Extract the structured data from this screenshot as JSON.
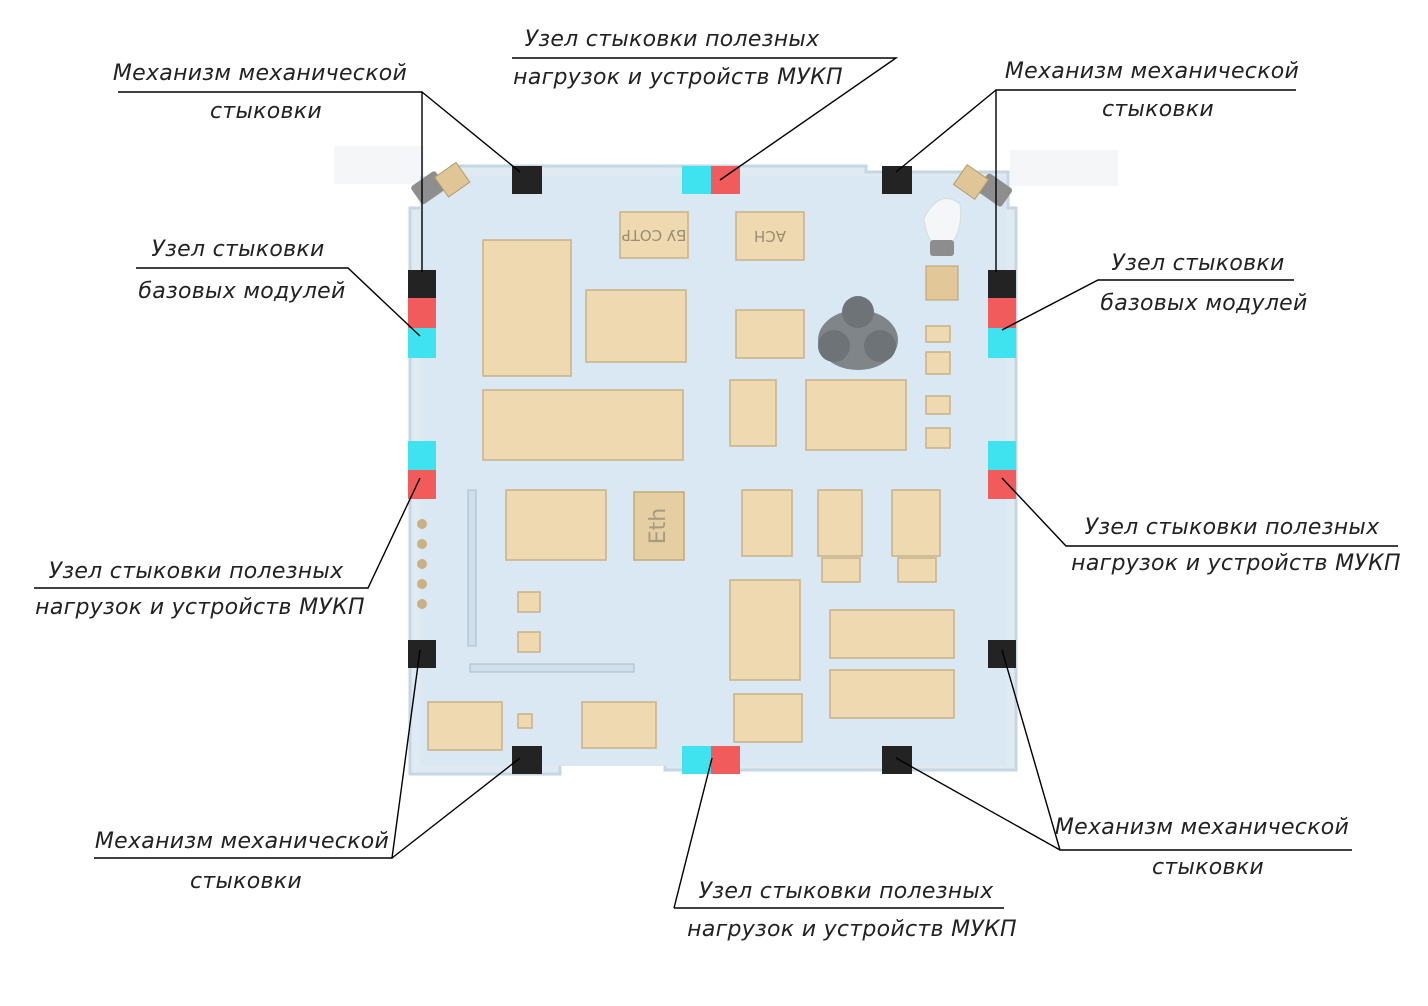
{
  "labels": {
    "mech_top_left": [
      "Механизм механической",
      "стыковки"
    ],
    "payload_top": [
      "Узел стыковки полезных",
      "нагрузок и устройств МУКП"
    ],
    "mech_top_right": [
      "Механизм механической",
      "стыковки"
    ],
    "base_left": [
      "Узел стыковки",
      "базовых модулей"
    ],
    "base_right": [
      "Узел стыковки",
      "базовых модулей"
    ],
    "payload_right": [
      "Узел стыковки полезных",
      "нагрузок и устройств МУКП"
    ],
    "payload_left": [
      "Узел стыковки полезных",
      "нагрузок и устройств МУКП"
    ],
    "mech_bottom_left": [
      "Механизм механической",
      "стыковки"
    ],
    "mech_bottom_right": [
      "Механизм механической",
      "стыковки"
    ],
    "payload_bottom": [
      "Узел стыковки полезных",
      "нагрузок и устройств МУКП"
    ]
  },
  "boards": {
    "by_cotp": "БУ СОТР",
    "ach": "АСН",
    "eth": "Eth"
  },
  "colors": {
    "floor": "#dceaf3",
    "board": "#eed9b0",
    "dock_black": "#232323",
    "dock_red": "#f15b5b",
    "dock_cyan": "#3ee3ef"
  }
}
